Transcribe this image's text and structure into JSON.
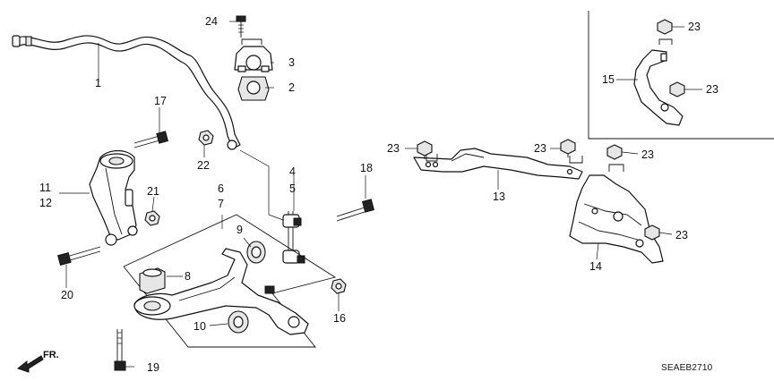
{
  "diagram": {
    "code": "SEAEB2710",
    "direction_label": "FR.",
    "callouts": [
      "1",
      "2",
      "3",
      "4",
      "5",
      "6",
      "7",
      "8",
      "9",
      "10",
      "11",
      "12",
      "13",
      "14",
      "15",
      "16",
      "17",
      "18",
      "19",
      "20",
      "21",
      "22",
      "23",
      "24"
    ]
  }
}
